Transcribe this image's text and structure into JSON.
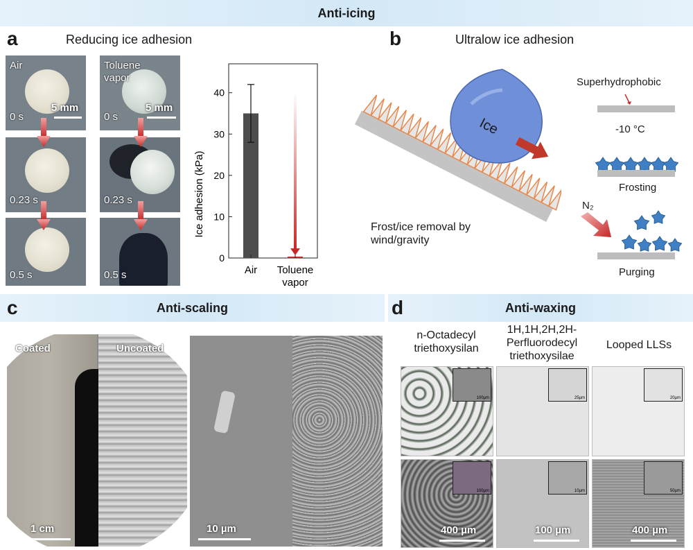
{
  "banners": {
    "top": "Anti-icing",
    "scaling": "Anti-scaling",
    "waxing": "Anti-waxing"
  },
  "panel_a": {
    "label": "a",
    "title": "Reducing ice adhesion",
    "photo_labels": {
      "air": "Air",
      "toluene": "Toluene\nvapor"
    },
    "times": [
      "0 s",
      "0.23 s",
      "0.5 s"
    ],
    "scale": "5 mm",
    "chart_data": {
      "type": "bar",
      "categories": [
        "Air",
        "Toluene vapor"
      ],
      "values": [
        35,
        0.2
      ],
      "errors": [
        7,
        0
      ],
      "ylabel": "Ice adhesion (kPa)",
      "yticks": [
        0,
        10,
        20,
        30,
        40
      ],
      "ylim": [
        0,
        47
      ],
      "colors": [
        "#4d4d4d",
        "#c62828"
      ]
    }
  },
  "panel_b": {
    "label": "b",
    "title": "Ultralow ice adhesion",
    "ice": "Ice",
    "removal": "Frost/ice removal by\nwind/gravity",
    "superhydrophobic": "Superhydrophobic",
    "temp": "-10 °C",
    "frosting": "Frosting",
    "n2": "N₂",
    "purging": "Purging"
  },
  "panel_c": {
    "label": "c",
    "coated": "Coated",
    "uncoated": "Uncoated",
    "scale_left": "1 cm",
    "scale_right": "10 µm"
  },
  "panel_d": {
    "label": "d",
    "cols": [
      "n-Octadecyl\ntriethoxysilan",
      "1H,1H,2H,2H-\nPerfluorodecyl\ntriethoxysilae",
      "Looped LLSs"
    ],
    "inset_scales_top": [
      "100µm",
      "25µm",
      "20µm"
    ],
    "inset_scales_bottom": [
      "100µm",
      "10µm",
      "50µm"
    ],
    "scales": [
      "400 µm",
      "100 µm",
      "400 µm"
    ]
  },
  "colors": {
    "banner": "#d3e8f6",
    "arrow_red": "#c62828",
    "ice_blue": "#6f8fd8",
    "spike_orange": "#e8874a",
    "frost_blue": "#3f7fc4"
  }
}
